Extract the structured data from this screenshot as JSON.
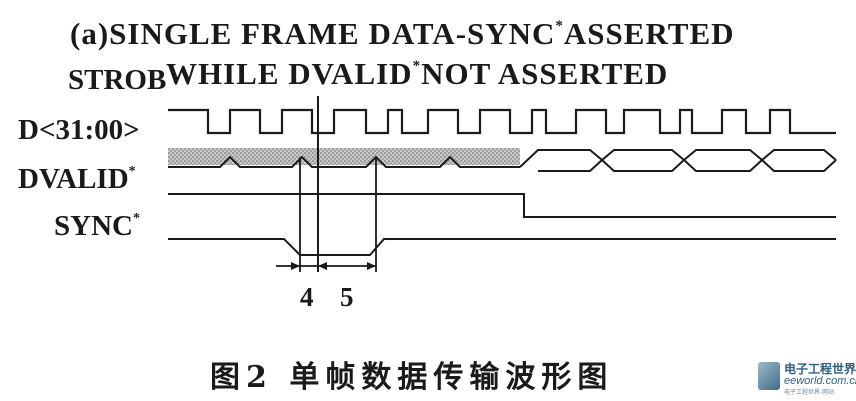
{
  "title": {
    "line1_main": "(a)SINGLE FRAME DATA-SYNC",
    "line1_star": "*",
    "line1_tail": "ASSERTED",
    "line2_main": "WHILE DVALID",
    "line2_star": "*",
    "line2_tail": "NOT ASSERTED"
  },
  "signals": {
    "strob": {
      "label": "STROB"
    },
    "data": {
      "label": "D<31:00>"
    },
    "dvalid": {
      "label": "DVALID",
      "star": "*"
    },
    "sync": {
      "label": "SYNC",
      "star": "*"
    }
  },
  "timing_marks": {
    "t4": "4",
    "t5": "5"
  },
  "caption": "图2  单帧数据传输波形图",
  "watermark": {
    "name": "电子工程世界",
    "site": "eeworld.com.cn",
    "slogan": "电子工程世界·网站"
  },
  "colors": {
    "ink": "#1a1a1a",
    "hatch": "#9a9a9a",
    "watermark": "#2f5f80"
  }
}
